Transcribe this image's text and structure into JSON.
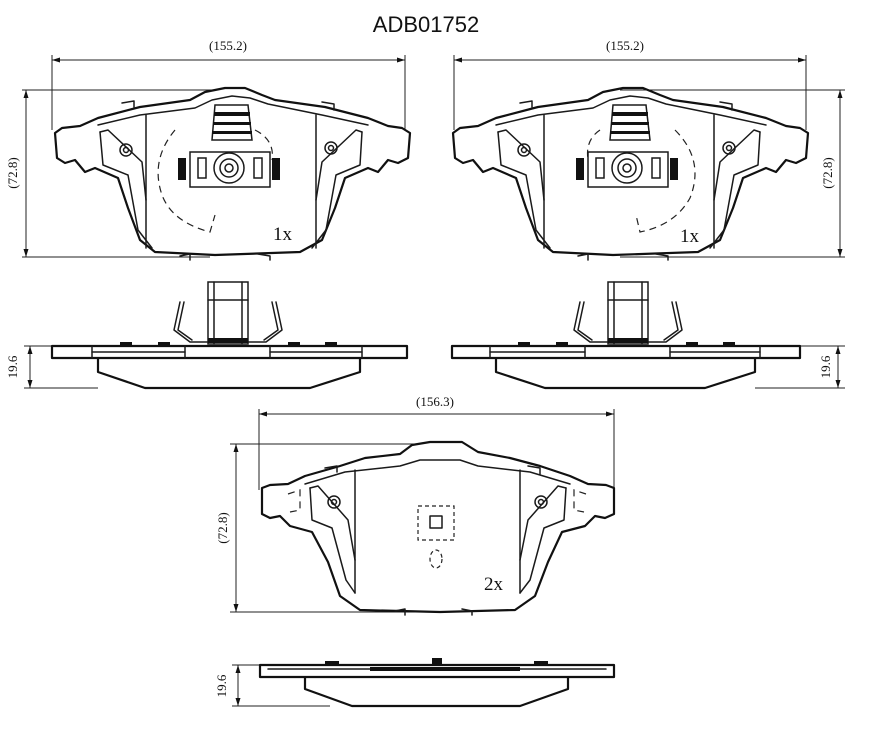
{
  "title": "ADB01752",
  "pad_inner_left": {
    "width_label": "(155.2)",
    "height_label": "(72.8)",
    "qty_label": "1x"
  },
  "pad_inner_right": {
    "width_label": "(155.2)",
    "height_label": "(72.8)",
    "qty_label": "1x"
  },
  "side_view_left": {
    "thickness_label": "19.6"
  },
  "side_view_right": {
    "thickness_label": "19.6"
  },
  "pad_outer": {
    "width_label": "(156.3)",
    "height_label": "(72.8)",
    "qty_label": "2x"
  },
  "side_view_outer": {
    "thickness_label": "19.6"
  }
}
